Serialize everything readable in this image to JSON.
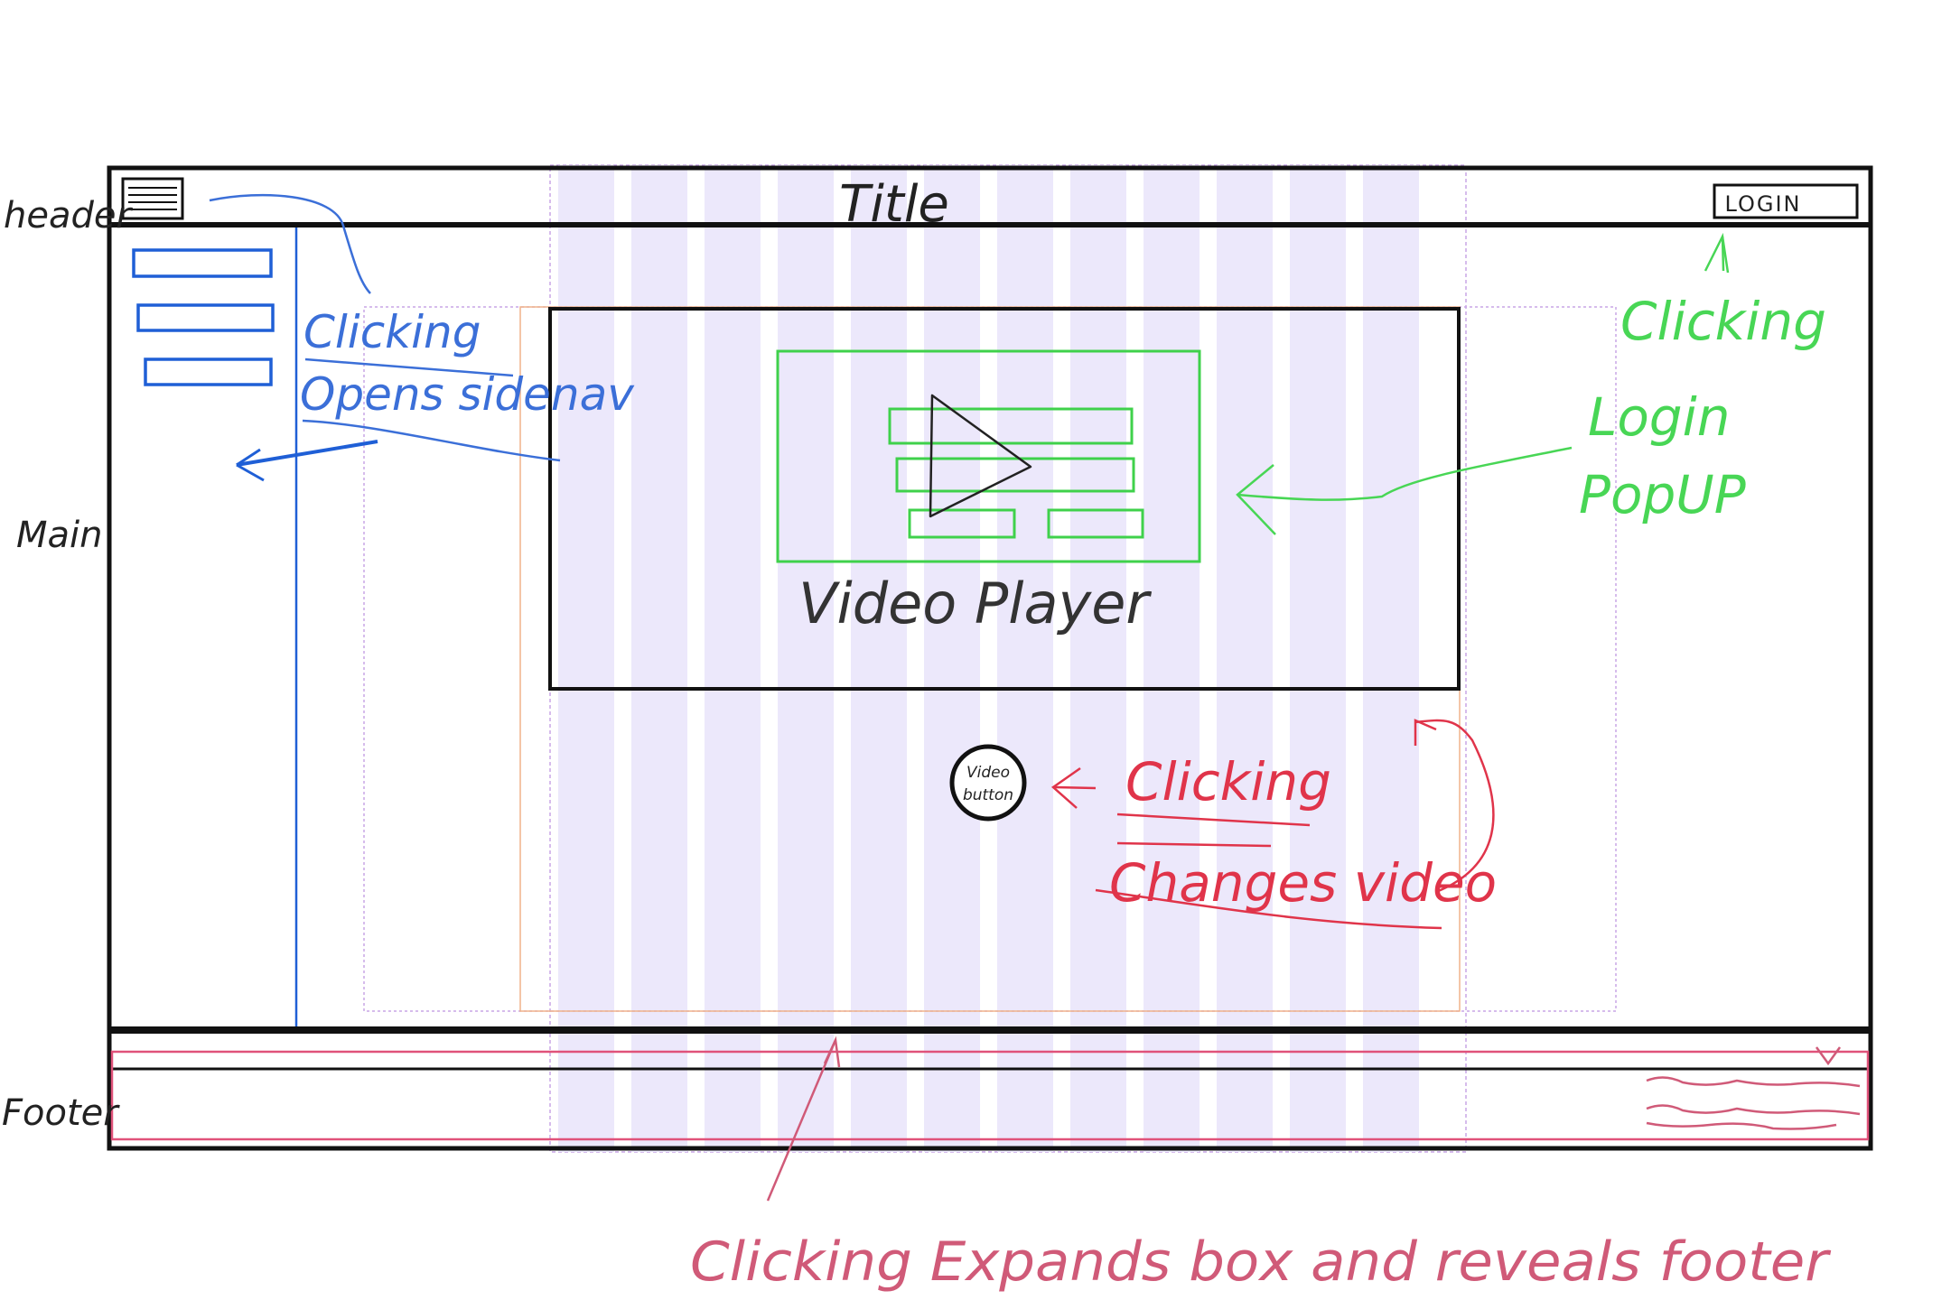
{
  "side_labels": {
    "header": "header",
    "main": "Main",
    "footer": "Footer"
  },
  "header": {
    "menu_icon": "hamburger-menu-icon",
    "title": "Title",
    "login_label": "LOGIN"
  },
  "sidebar": {
    "item_count": 3
  },
  "video": {
    "player_label": "Video Player",
    "play_icon": "play-triangle-icon",
    "button_label_line1": "Video",
    "button_label_line2": "button"
  },
  "annotations": {
    "sidebar_note_line1": "Clicking",
    "sidebar_note_line2": "Opens sidenav",
    "login_note_line1": "Clicking",
    "login_note_line2": "Login",
    "login_note_line3": "PopUP",
    "video_note_line1": "Clicking",
    "video_note_line2": "Changes video",
    "footer_note": "Clicking Expands box and reveals footer"
  },
  "colors": {
    "frame": "#111111",
    "sidebar_blue": "#1f5fd6",
    "annotation_blue": "#3b6fd8",
    "login_green": "#3fd14b",
    "annotation_green": "#48d655",
    "annotation_red": "#e0344a",
    "annotation_pink": "#d05a78",
    "grid_column": "#ece8fb",
    "guide_purple": "#c9a6e6",
    "guide_orange": "#f0b28a"
  }
}
